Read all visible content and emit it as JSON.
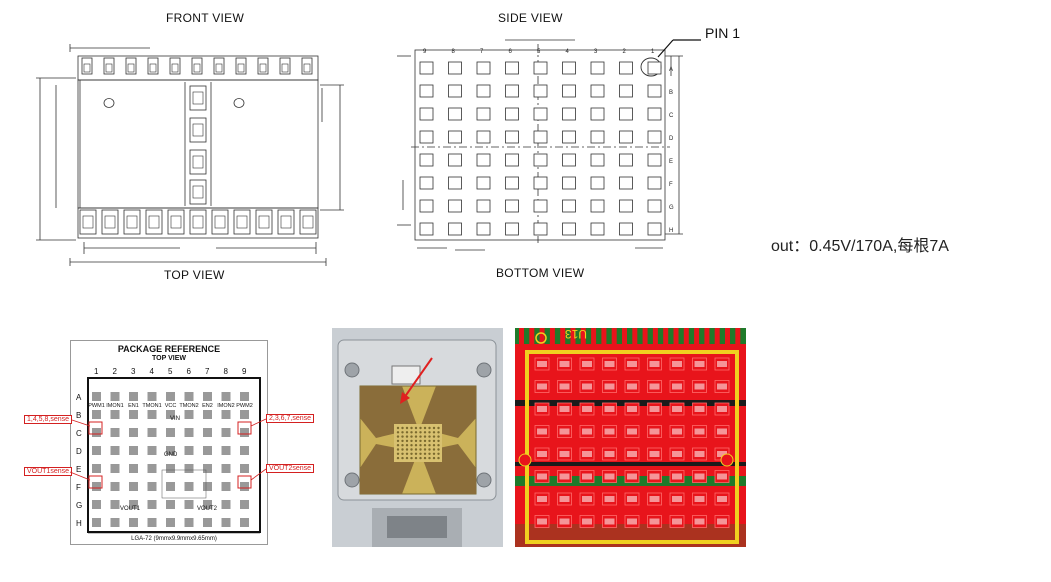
{
  "drawing": {
    "front_view_label": "FRONT VIEW",
    "top_view_label": "TOP VIEW",
    "side_view_label": "SIDE VIEW",
    "bottom_view_label": "BOTTOM VIEW",
    "pin1_label": "PIN 1",
    "col_numbers_desc": [
      "9",
      "8",
      "7",
      "6",
      "5",
      "4",
      "3",
      "2",
      "1"
    ],
    "row_letters": [
      "A",
      "B",
      "C",
      "D",
      "E",
      "F",
      "G",
      "H"
    ]
  },
  "spec_note": "out：0.45V/170A,每根7A",
  "package_ref": {
    "title": "PACKAGE REFERENCE",
    "subtitle": "TOP VIEW",
    "col_numbers": [
      "1",
      "2",
      "3",
      "4",
      "5",
      "6",
      "7",
      "8",
      "9"
    ],
    "row_letters": [
      "A",
      "B",
      "C",
      "D",
      "E",
      "F",
      "G",
      "H"
    ],
    "row_a_pins": [
      "PWM1",
      "IMON1",
      "EN1",
      "TMON1",
      "VCC",
      "TMON2",
      "EN2",
      "IMON2",
      "PWM2"
    ],
    "vin_label": "VIN",
    "gnd_label": "GND",
    "vout1_label": "VOUT1",
    "vout2_label": "VOUT2",
    "callout_sense_left": "1,4,5,8,sense",
    "callout_sense_right": "2,3,6,7,sense",
    "callout_vout1": "VOUT1sense",
    "callout_vout2": "VOUT2sense",
    "footer": "LGA-72 (9mmx9.9mmx9.65mm)"
  },
  "pcb_label": "U13",
  "colors": {
    "pcb_red": "#e8141b",
    "pcb_green": "#1f7a2a",
    "pcb_yellow": "#f0d020",
    "callout_red": "#d42020"
  }
}
